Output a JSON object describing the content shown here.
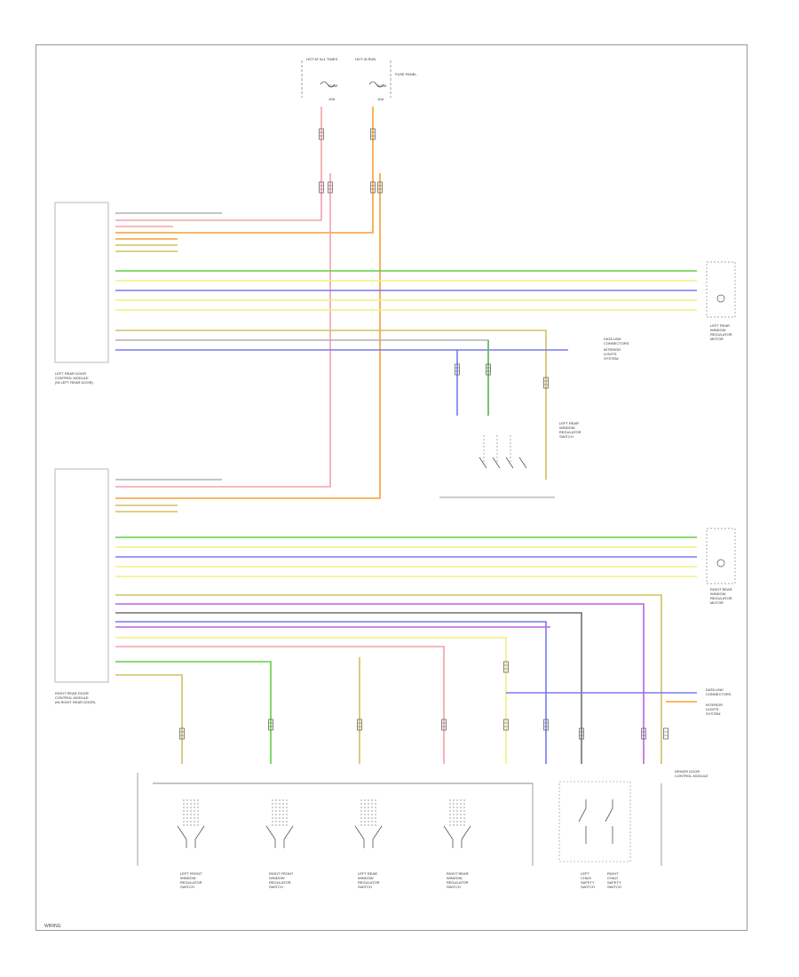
{
  "diagram": {
    "footer": "WIRING",
    "fuses": {
      "left": {
        "header": "HOT AT ALL TIMES",
        "name": "FUSE",
        "value": "10A"
      },
      "right": {
        "header": "HOT IN RUN",
        "name": "FUSE",
        "value": "10A",
        "box_label": "FUSE PANEL"
      }
    },
    "modules": {
      "left_rear": [
        "LEFT REAR DOOR",
        "CONTROL MODULE",
        "(IN LEFT REAR DOOR)"
      ],
      "right_rear": [
        "RIGHT REAR DOOR",
        "CONTROL MODULE",
        "(IN RIGHT REAR DOOR)"
      ],
      "right_rear_lower": [
        "RIGHT REAR DOOR",
        "CONTROL MODULE"
      ]
    },
    "wire_colors": {
      "red": "#f5a0a8",
      "orange": "#f5a030",
      "green": "#60d040",
      "blue": "#7878f0",
      "yellow": "#f0f080",
      "gray": "#b0b0b0",
      "purple": "#c060e0",
      "olive": "#d0c060",
      "dark": "#707070",
      "dkgreen": "#60c060"
    },
    "switch_labels": [
      [
        "LEFT FRONT",
        "WINDOW",
        "REGULATOR",
        "SWITCH"
      ],
      [
        "RIGHT FRONT",
        "WINDOW",
        "REGULATOR",
        "SWITCH"
      ],
      [
        "LEFT REAR",
        "WINDOW",
        "REGULATOR",
        "SWITCH"
      ],
      [
        "RIGHT REAR",
        "WINDOW",
        "REGULATOR",
        "SWITCH"
      ],
      [
        "LEFT",
        "CHILD",
        "SAFETY",
        "SWITCH"
      ],
      [
        "RIGHT",
        "CHILD",
        "SAFETY",
        "SWITCH"
      ]
    ],
    "labels": {
      "motor_left_rear": [
        "LEFT REAR",
        "WINDOW",
        "REGULATOR",
        "MOTOR"
      ],
      "motor_right_rear": [
        "RIGHT REAR",
        "WINDOW",
        "REGULATOR",
        "MOTOR"
      ],
      "rear_switch": [
        "LEFT REAR",
        "WINDOW",
        "REGULATOR",
        "SWITCH"
      ],
      "data_link_1": [
        "DATA LINK",
        "CONNECTORS"
      ],
      "data_link_2": [
        "DATA LINK",
        "CONNECTORS"
      ],
      "interior_1": [
        "INTERIOR",
        "LIGHTS",
        "SYSTEM"
      ],
      "interior_2": [
        "INTERIOR",
        "LIGHTS",
        "SYSTEM"
      ],
      "door_ctrl": [
        "DRIVER DOOR",
        "CONTROL MODULE"
      ]
    }
  }
}
